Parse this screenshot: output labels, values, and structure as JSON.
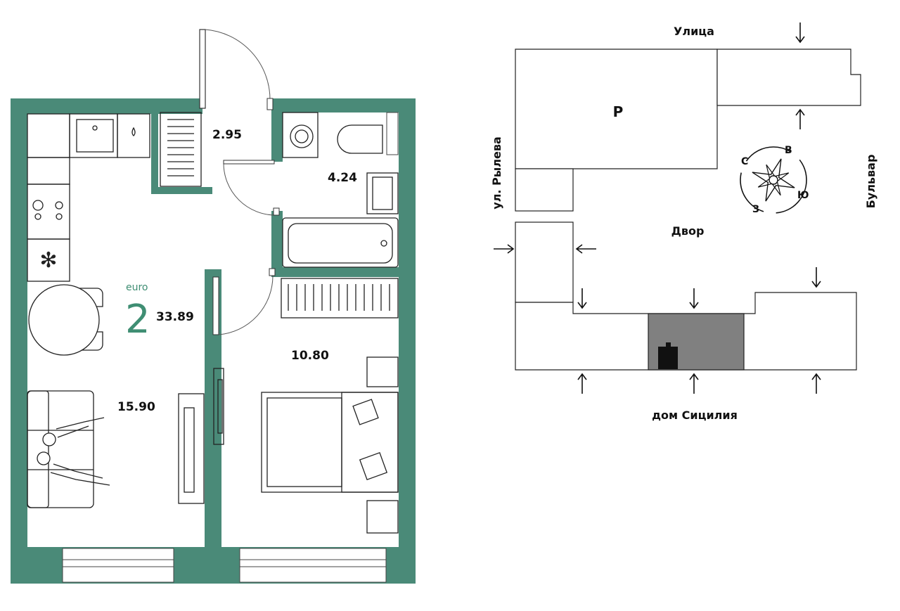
{
  "plan": {
    "wall_color": "#4a8a78",
    "accent_color": "#3f8e73",
    "type_prefix": "euro",
    "rooms_count": "2",
    "total_area": "33.89",
    "rooms": {
      "hall": "2.95",
      "bathroom": "4.24",
      "kitchen_living": "15.90",
      "bedroom": "10.80"
    }
  },
  "site": {
    "street_top": "Улица",
    "street_left": "ул. Рылева",
    "street_right": "Бульвар",
    "yard": "Двор",
    "building_label": "дом Сицилия",
    "parking": "P",
    "highlight_color": "#808080",
    "compass": {
      "north": "С",
      "east": "В",
      "south": "Ю",
      "west": "З"
    }
  }
}
